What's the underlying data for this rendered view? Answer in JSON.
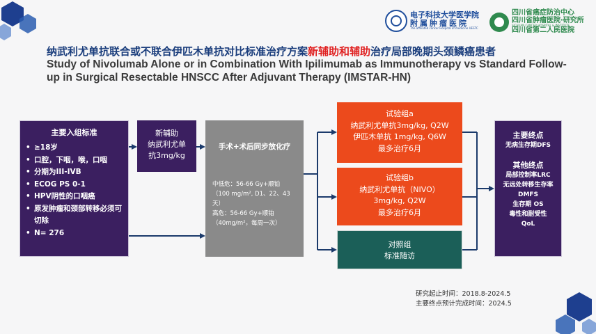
{
  "logos": {
    "left": {
      "name": "电子科技大学医学院",
      "sub": "附属肿瘤医院",
      "tiny": "The affiliated cancer Hospital of medicine UESTC"
    },
    "right": {
      "line1": "四川省癌症防治中心",
      "line2": "四川省肿瘤医院·研究所",
      "tiny": "SICHUAN CANCER HOSPITAL & INSTITUTE",
      "line3": "四川省第二人民医院"
    }
  },
  "title": {
    "cn_before": "纳武利尤单抗联合或不联合伊匹木单抗对比标准治疗方案",
    "cn_highlight": "新辅助和辅助",
    "cn_after": "治疗局部晚期头颈鳞癌患者",
    "en": "Study of Nivolumab Alone or in Combination With Ipilimumab as Immunotherapy vs Standard Follow-up in Surgical Resectable HNSCC After Adjuvant Therapy (IMSTAR-HN)"
  },
  "criteria": {
    "header": "主要入组标准",
    "items": [
      "≥18岁",
      "口腔，下咽，喉，口咽",
      "分期为III-IVB",
      "ECOG  PS 0-1",
      "HPV阴性的口咽癌",
      "原发肿瘤和颈部转移必须可切除",
      "N= 276"
    ]
  },
  "neoadjuvant": {
    "line1": "新辅助",
    "line2": "纳武利尤单",
    "line3": "抗3mg/kg"
  },
  "surgery": {
    "header": "手术+术后同步放化疗",
    "low_risk": "中低危：56-66 Gy+顺铂（100 mg/m², D1、22、43天）",
    "high_risk": "高危：56-66 Gy+顺铂（40mg/m²，每周一次）"
  },
  "arm_a": {
    "line1": "试验组a",
    "line2": "纳武利尤单抗3mg/kg, Q2W",
    "line3": "伊匹木单抗 1mg/kg, Q6W",
    "line4": "最多治疗6月"
  },
  "arm_b": {
    "line1": "试验组b",
    "line2": "纳武利尤单抗（NIVO）",
    "line3": "3mg/kg, Q2W",
    "line4": "最多治疗6月"
  },
  "arm_c": {
    "line1": "对照组",
    "line2": "标准随访"
  },
  "endpoints": {
    "primary_header": "主要终点",
    "primary": "无病生存期DFS",
    "other_header": "其他终点",
    "other": [
      "局部控制率LRC",
      "无远处转移生存率",
      "DMFS",
      "生存期 OS",
      "毒性和耐受性",
      "QoL"
    ]
  },
  "period": {
    "line1": "研究起止时间：2018.8-2024.5",
    "line2": "主要终点预计完成时间：2024.5"
  },
  "colors": {
    "purple": "#3b1f60",
    "gray": "#8a8a8a",
    "orange": "#ec4a1c",
    "teal": "#1b5f58",
    "title_blue": "#1a3d7c",
    "highlight_red": "#e02020"
  }
}
